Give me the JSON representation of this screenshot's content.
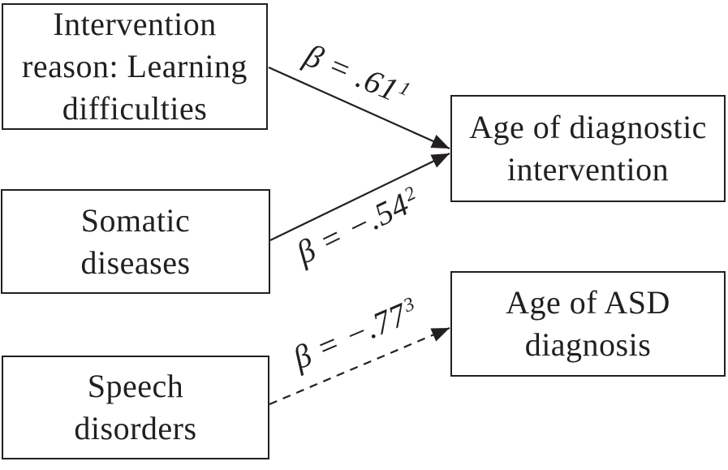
{
  "diagram": {
    "type": "path-model",
    "background_color": "#ffffff",
    "ink_color": "#231f20",
    "boxes": [
      {
        "id": "intervention-reason",
        "lines": [
          "Intervention",
          "reason: Learning",
          "difficulties"
        ]
      },
      {
        "id": "somatic-diseases",
        "lines": [
          "Somatic",
          "diseases"
        ]
      },
      {
        "id": "speech-disorders",
        "lines": [
          "Speech",
          "disorders"
        ]
      },
      {
        "id": "age-of-diagnostic-intervention",
        "lines": [
          "Age of diagnostic",
          "intervention"
        ]
      },
      {
        "id": "age-of-asd-diagnosis",
        "lines": [
          "Age of ASD",
          "diagnosis"
        ]
      }
    ],
    "edges": [
      {
        "from": "intervention-reason",
        "to": "age-of-diagnostic-intervention",
        "line_style": "solid",
        "label": "β = .61",
        "superscript": "1"
      },
      {
        "from": "somatic-diseases",
        "to": "age-of-diagnostic-intervention",
        "line_style": "solid",
        "label": "β = −.54",
        "superscript": "2"
      },
      {
        "from": "speech-disorders",
        "to": "age-of-asd-diagnosis",
        "line_style": "dashed",
        "label": "β = −.77",
        "superscript": "3"
      }
    ]
  }
}
